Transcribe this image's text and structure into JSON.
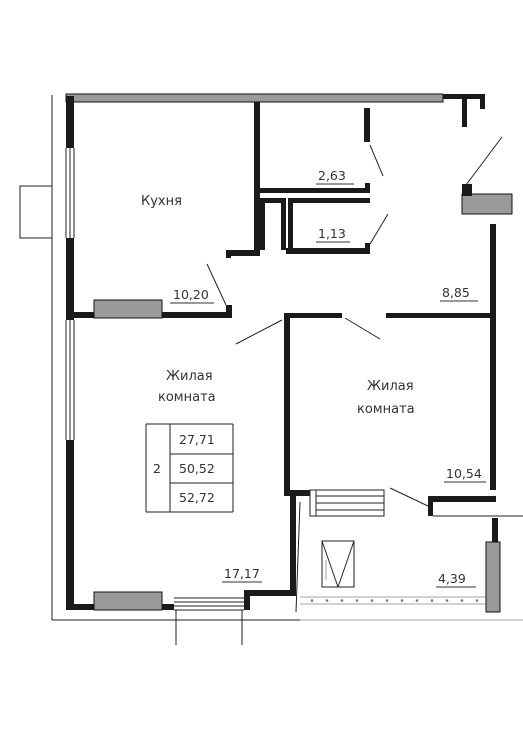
{
  "rooms": {
    "kitchen": {
      "name": "Кухня",
      "area": "10,20"
    },
    "bath": {
      "area": "2,63"
    },
    "wc": {
      "area": "1,13"
    },
    "hall": {
      "area": "8,85"
    },
    "living_left": {
      "name_line1": "Жилая",
      "name_line2": "комната",
      "area": "17,17"
    },
    "living_right": {
      "name_line1": "Жилая",
      "name_line2": "комната",
      "area": "10,54"
    },
    "balcony": {
      "area": "4,39"
    }
  },
  "summary": {
    "rooms_count": "2",
    "living_area": "27,71",
    "total_area": "50,52",
    "total_with_balcony": "52,72"
  }
}
